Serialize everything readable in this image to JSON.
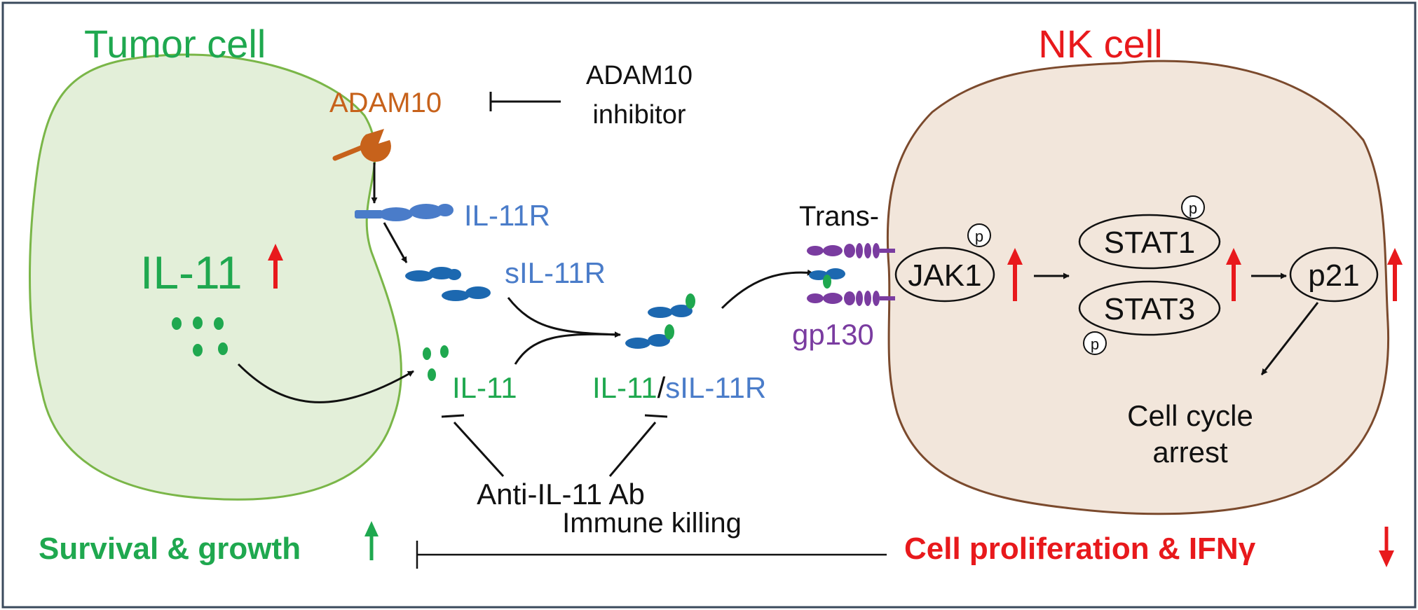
{
  "tumor": {
    "title": "Tumor cell",
    "il11_label": "IL-11",
    "adam10": "ADAM10",
    "il11r": "IL-11R",
    "sil11r": "sIL-11R",
    "outcome": "Survival & growth"
  },
  "inhibitor": {
    "line1": "ADAM10",
    "line2": "inhibitor"
  },
  "extracellular": {
    "il11": "IL-11",
    "complex_il11": "IL-11",
    "complex_slash": "/",
    "complex_sil11r": "sIL-11R",
    "antibody": "Anti-IL-11 Ab"
  },
  "receptor": {
    "trans": "Trans-",
    "gp130": "gp130"
  },
  "nk": {
    "title": "NK cell",
    "jak1": "JAK1",
    "stat1": "STAT1",
    "stat3": "STAT3",
    "p21": "p21",
    "phospho": "p",
    "arrest_line1": "Cell cycle",
    "arrest_line2": "arrest",
    "outcome": "Cell proliferation & IFNγ"
  },
  "immune_killing": "Immune killing",
  "colors": {
    "green": "#1fa84f",
    "tumor_fill": "#e3efd9",
    "tumor_stroke": "#7ab648",
    "nk_fill": "#f2e6db",
    "nk_stroke": "#7b4a2d",
    "blue": "#4a7cc9",
    "dark_blue": "#1c68b0",
    "orange": "#c7621b",
    "purple": "#7a3ca0",
    "red": "#e8191c",
    "black": "#111111"
  }
}
